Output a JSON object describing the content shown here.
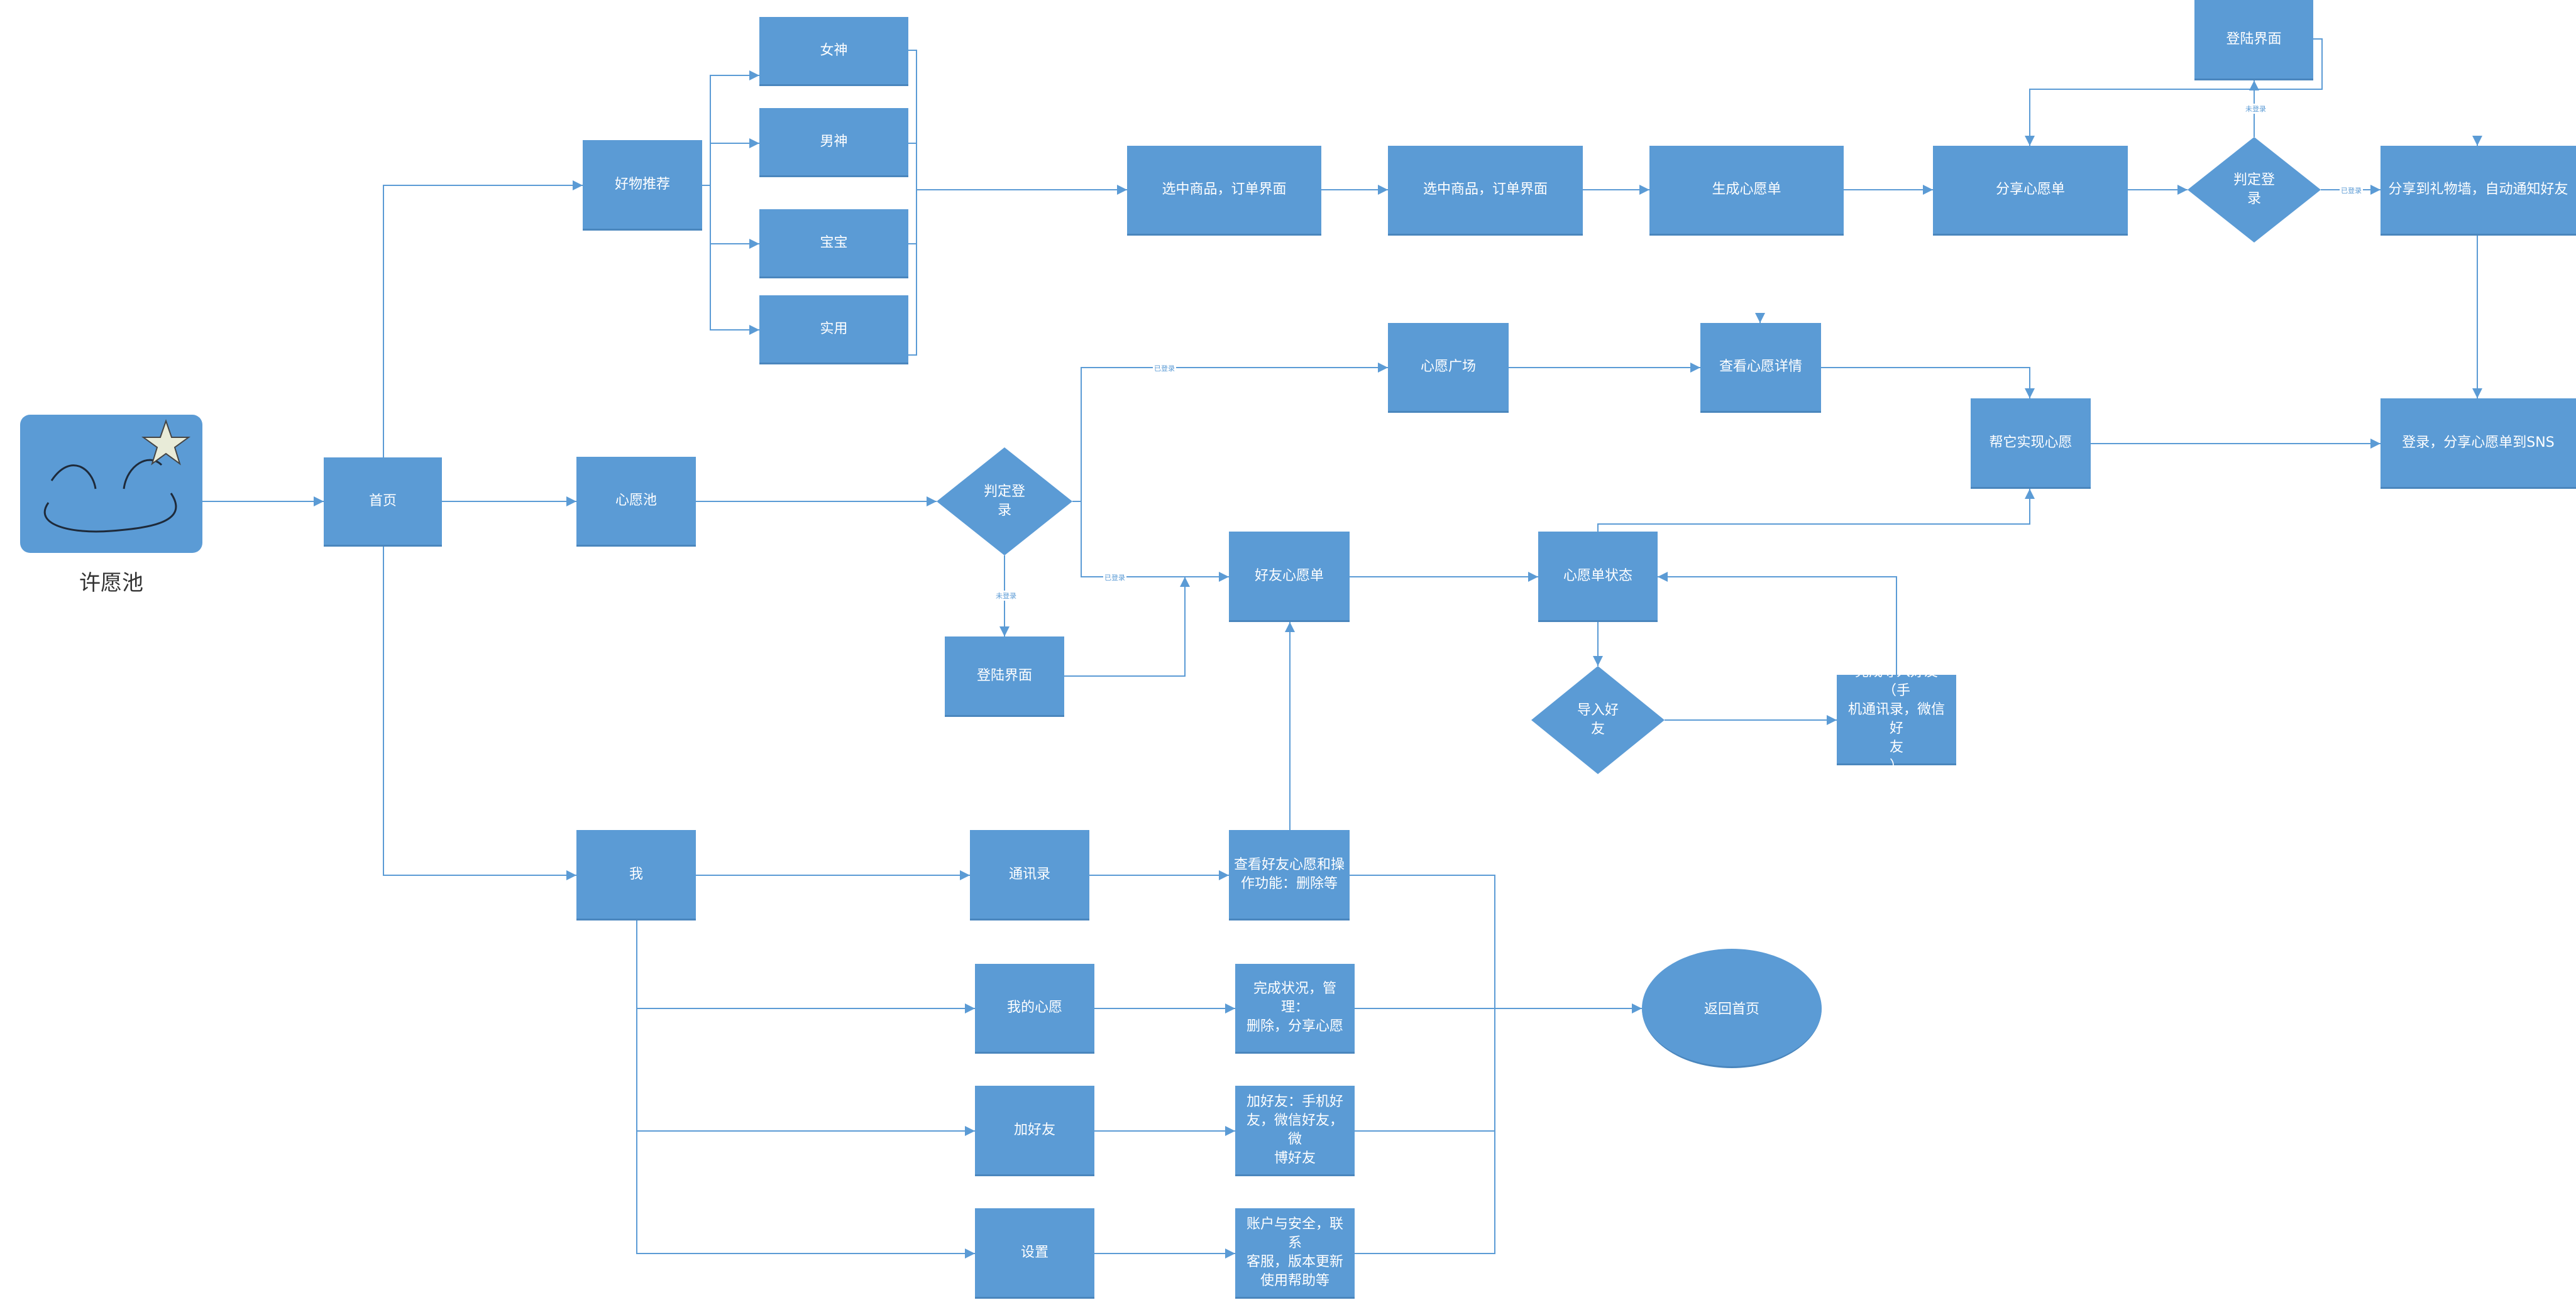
{
  "logo": {
    "caption": "许愿池"
  },
  "nodes": {
    "shouye": "首页",
    "haowu": "好物推荐",
    "nvshen": "女神",
    "nanshen": "男神",
    "baobao": "宝宝",
    "shiyong": "实用",
    "xinyuanchi": "心愿池",
    "wo": "我",
    "xuanzhong1": "选中商品，订单界面",
    "xuanzhong2": "选中商品，订单界面",
    "shengcheng": "生成心愿单",
    "fenxiang": "分享心愿单",
    "denglu_top": "登陆界面",
    "fenxiang_liwu": "分享到礼物墙，自动通知好友",
    "denglu_sns": "登录，分享心愿单到SNS",
    "guangchang": "心愿广场",
    "xiangqing": "查看心愿详情",
    "bangta": "帮它实现心愿",
    "haoyou_xinyuan": "好友心愿单",
    "zhuangtai": "心愿单状态",
    "denglu_mid": "登陆界面",
    "wancheng_daoru": "完成导入好友（手\n机通讯录，微信好\n友\n）",
    "tongxunlu": "通讯录",
    "chakan_haoyou": "查看好友心愿和操\n作功能：删除等",
    "wode_xinyuan": "我的心愿",
    "wancheng_guanli": "完成状况，管理：\n删除，分享心愿",
    "jiahaoyou": "加好友",
    "jiahaoyou_detail": "加好友：手机好\n友，微信好友，微\n博好友",
    "shezhi": "设置",
    "shezhi_detail": "账户与安全，联系\n客服，版本更新\n使用帮助等",
    "fanhui": "返回首页"
  },
  "diamonds": {
    "panding_mid": "判定登\n录",
    "panding_top": "判定登\n录",
    "daoru": "导入好\n友"
  },
  "edge_labels": {
    "yidenglu_mid_top": "已登录",
    "yidenglu_mid_bottom": "已登录",
    "weidenglu_mid": "未登录",
    "weidenglu_top": "未登录",
    "yidenglu_top": "已登录"
  },
  "colors": {
    "node_fill": "#5b9bd5",
    "line": "#5b9bd5",
    "text": "#ffffff"
  }
}
